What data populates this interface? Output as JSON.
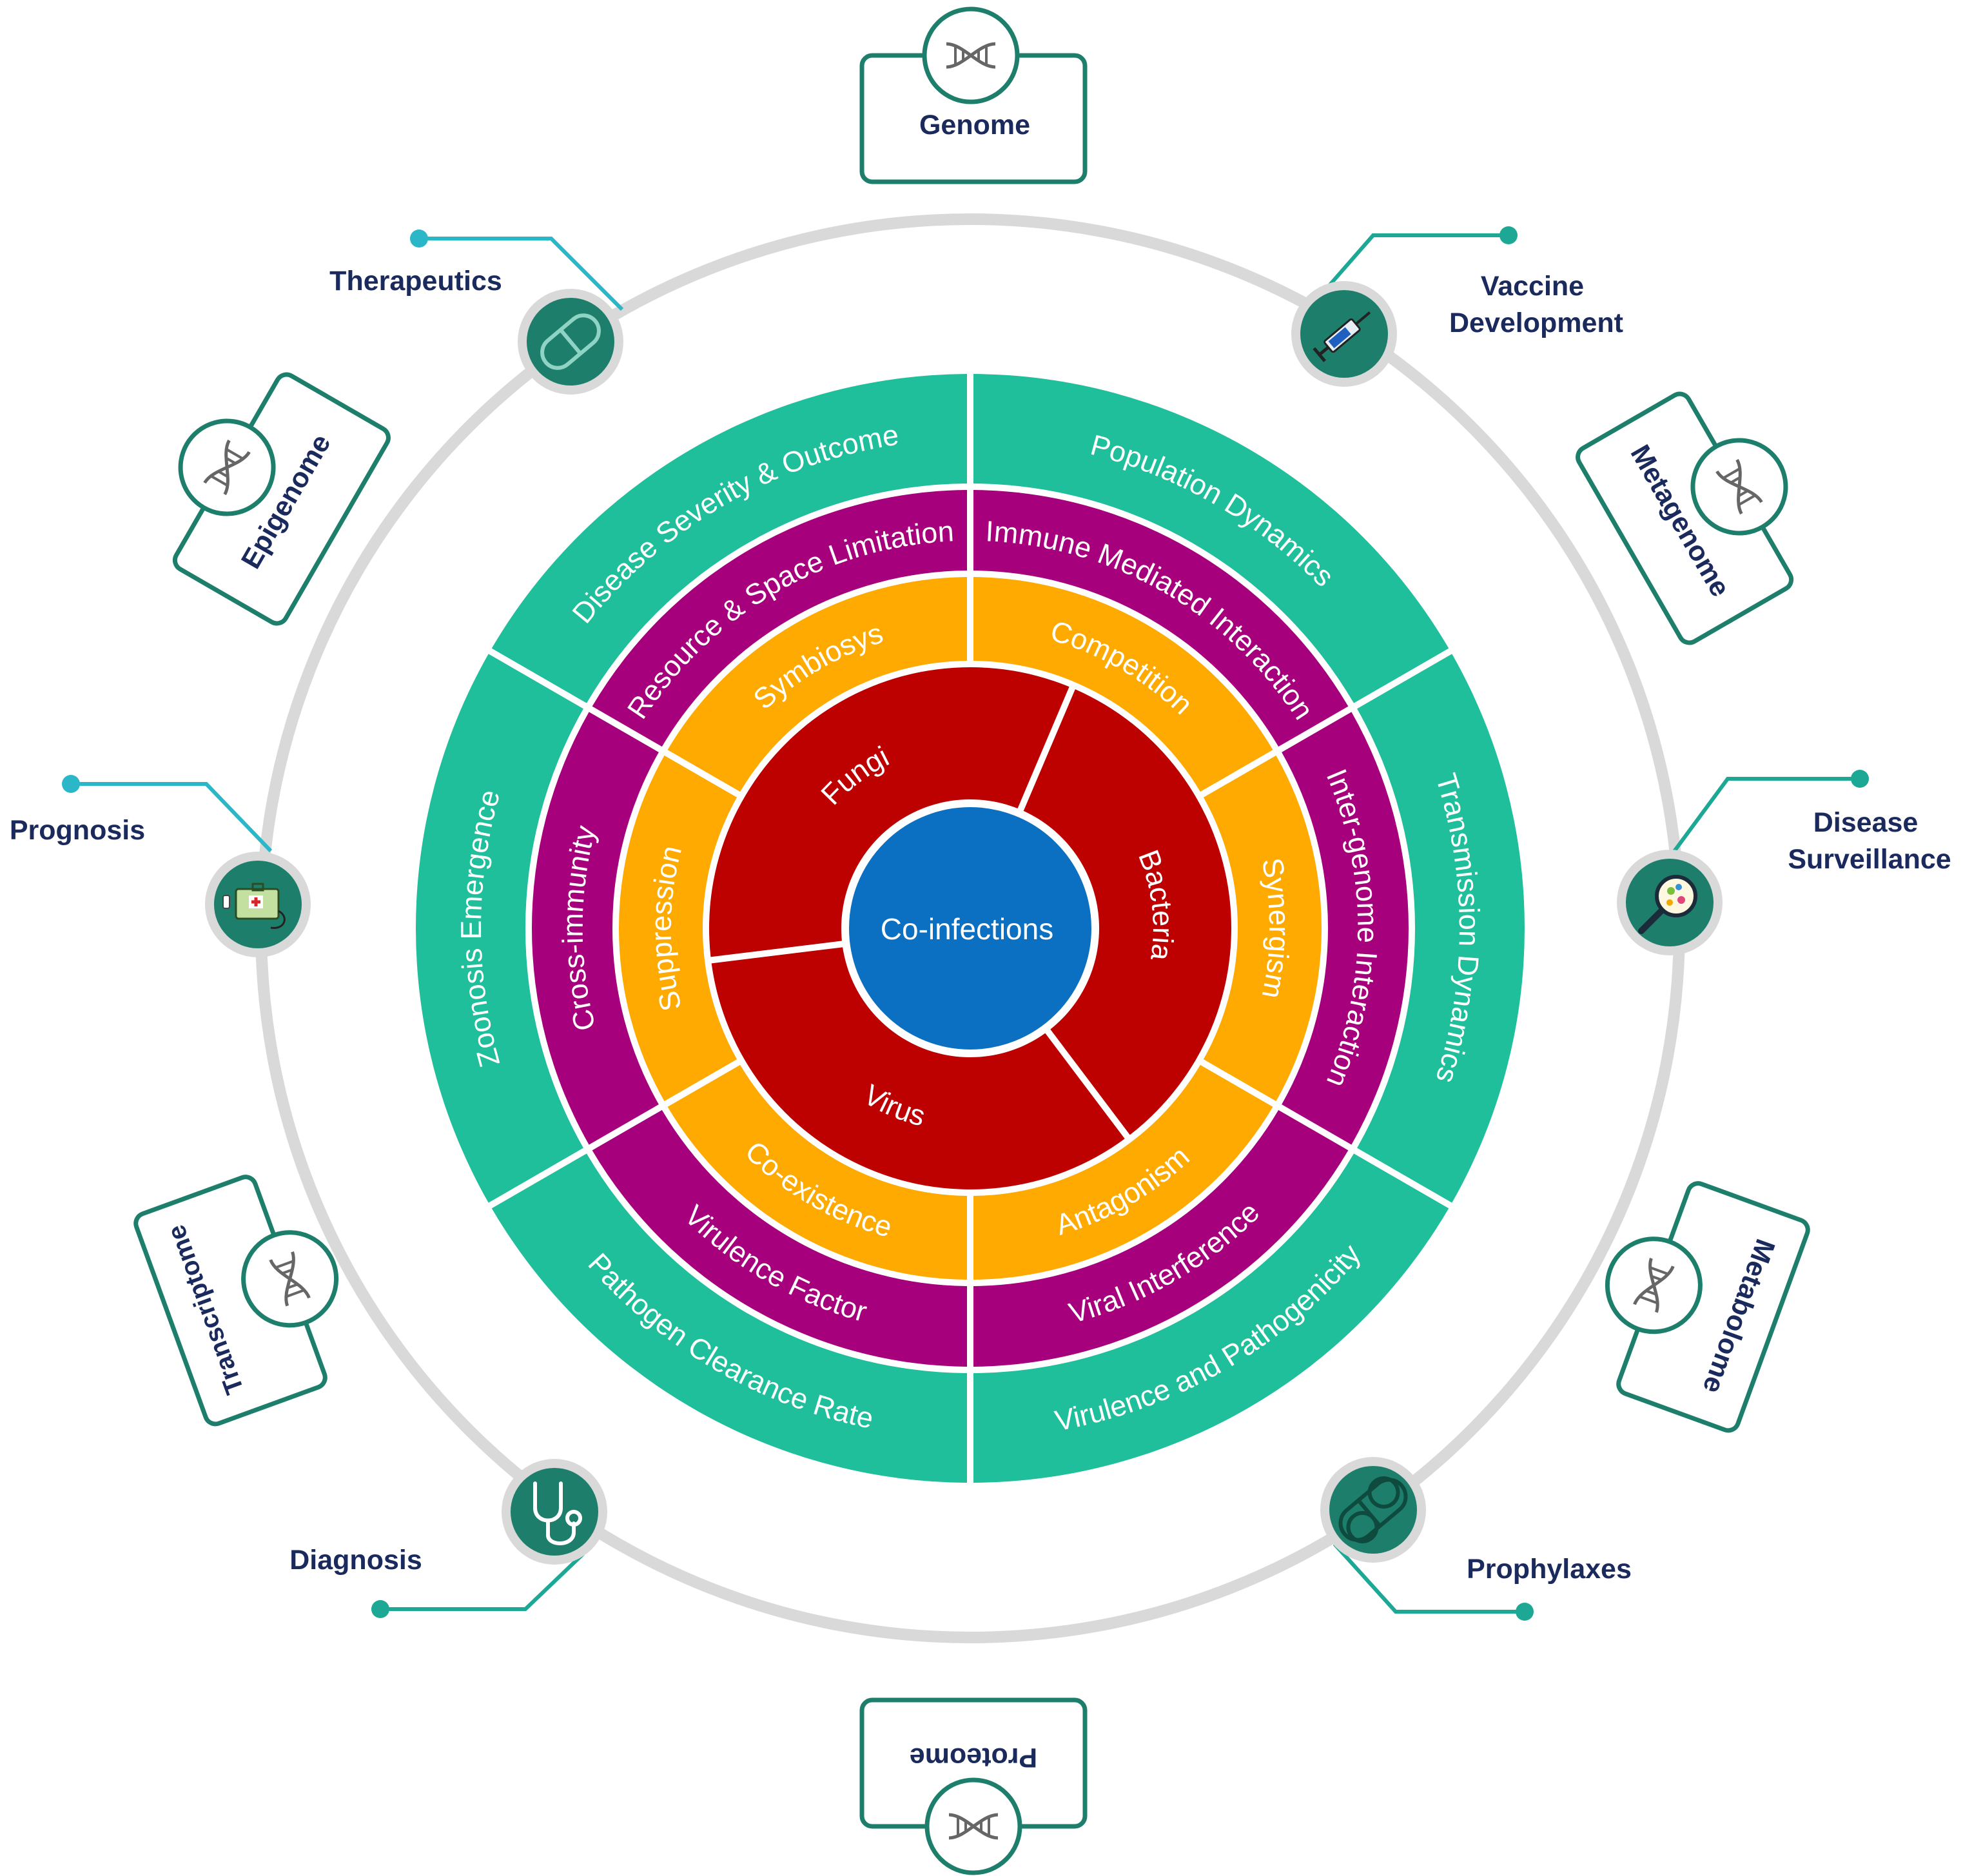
{
  "center": {
    "label": "Co-infections",
    "color": "#0b6fc2"
  },
  "rings": [
    {
      "name": "pathogens",
      "color": "#bd0000",
      "segments": [
        {
          "label": "Bacteria",
          "flip": false
        },
        {
          "label": "Virus",
          "flip": true
        },
        {
          "label": "Fungi",
          "flip": false
        }
      ]
    },
    {
      "name": "interactions",
      "color": "#ffaa00",
      "segments": [
        {
          "label": "Competition",
          "flip": false
        },
        {
          "label": "Synergism",
          "flip": false
        },
        {
          "label": "Antagonism",
          "flip": true
        },
        {
          "label": "Co-existence",
          "flip": true
        },
        {
          "label": "Suppression",
          "flip": false
        },
        {
          "label": "Symbiosys",
          "flip": false
        }
      ]
    },
    {
      "name": "mechanisms",
      "color": "#a6007d",
      "segments": [
        {
          "label": "Immune Mediated Interaction",
          "flip": false
        },
        {
          "label": "Inter-genome Interaction",
          "flip": false
        },
        {
          "label": "Viral Interference",
          "flip": true
        },
        {
          "label": "Virulence Factor",
          "flip": true
        },
        {
          "label": "Cross-immunity",
          "flip": false
        },
        {
          "label": "Resource & Space Limitation",
          "flip": false
        }
      ]
    },
    {
      "name": "outcomes",
      "color": "#1fbf9c",
      "segments": [
        {
          "label": "Population Dynamics",
          "flip": false
        },
        {
          "label": "Transmission Dynamics",
          "flip": false
        },
        {
          "label": "Virulence and Pathogenicity",
          "flip": true
        },
        {
          "label": "Pathogen Clearance Rate",
          "flip": true
        },
        {
          "label": "Zoonosis Emergence",
          "flip": false
        },
        {
          "label": "Disease Severity & Outcome",
          "flip": false
        }
      ]
    }
  ],
  "applications": [
    {
      "label": "Therapeutics",
      "icon": "capsule-icon"
    },
    {
      "label": "Vaccine Development",
      "icon": "syringe-icon"
    },
    {
      "label": "Prognosis",
      "icon": "first-aid-kit-icon"
    },
    {
      "label": "Disease Surveillance",
      "icon": "magnifier-microbes-icon"
    },
    {
      "label": "Diagnosis",
      "icon": "stethoscope-icon"
    },
    {
      "label": "Prophylaxes",
      "icon": "pills-icon"
    }
  ],
  "omics": [
    {
      "label": "Genome",
      "icon": "dna-icon"
    },
    {
      "label": "Metagenome",
      "icon": "dna-icon"
    },
    {
      "label": "Metabolome",
      "icon": "dna-icon"
    },
    {
      "label": "Proteome",
      "icon": "dna-icon"
    },
    {
      "label": "Transcriptome",
      "icon": "dna-icon"
    },
    {
      "label": "Epigenome",
      "icon": "dna-icon"
    }
  ],
  "colors": {
    "outer_circle": "#d9d9d9",
    "icon_fill": "#1d7f6b",
    "connector_teal": "#1ca895",
    "connector_cyan": "#2cb7c9",
    "box_border": "#1d7f6b",
    "label_text": "#1b2a5c"
  }
}
